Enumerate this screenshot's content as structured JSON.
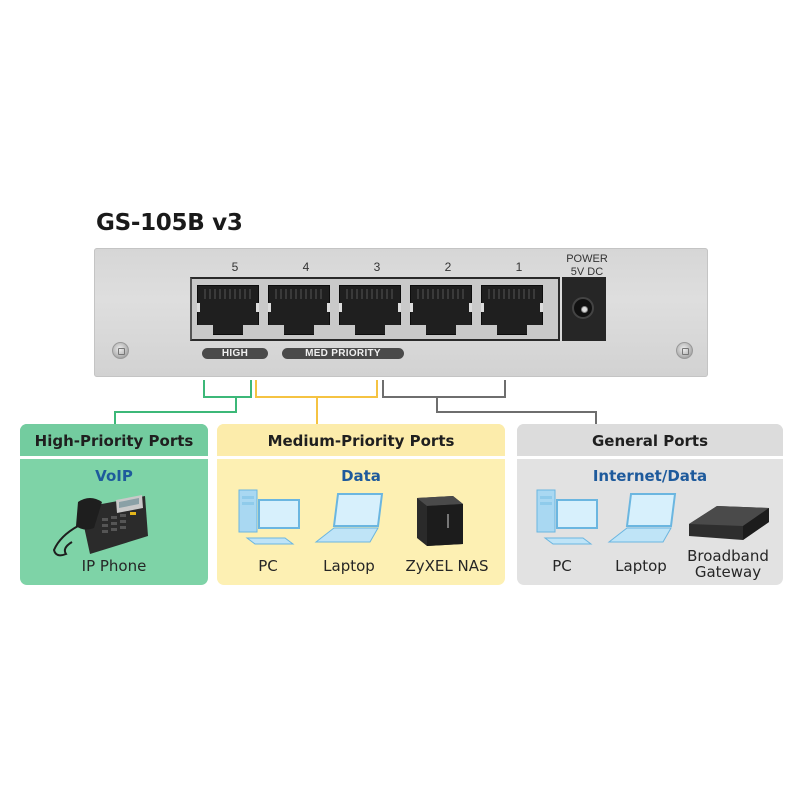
{
  "title": "GS-105B v3",
  "switch": {
    "ports": [
      {
        "number": "5"
      },
      {
        "number": "4"
      },
      {
        "number": "3"
      },
      {
        "number": "2"
      },
      {
        "number": "1"
      }
    ],
    "power_label_line1": "POWER",
    "power_label_line2": "5V DC",
    "badges": {
      "high": "HIGH",
      "med": "MED PRIORITY"
    }
  },
  "colors": {
    "high": "#3cb878",
    "medium": "#f5c342",
    "general": "#6e6e6e",
    "subheading": "#1e5a9c"
  },
  "groups": [
    {
      "heading": "High-Priority Ports",
      "subheading": "VoIP",
      "devices": [
        {
          "icon": "ip-phone-icon",
          "label": "IP Phone"
        }
      ]
    },
    {
      "heading": "Medium-Priority Ports",
      "subheading": "Data",
      "devices": [
        {
          "icon": "pc-icon",
          "label": "PC"
        },
        {
          "icon": "laptop-icon",
          "label": "Laptop"
        },
        {
          "icon": "nas-icon",
          "label": "ZyXEL NAS"
        }
      ]
    },
    {
      "heading": "General Ports",
      "subheading": "Internet/Data",
      "devices": [
        {
          "icon": "pc-icon",
          "label": "PC"
        },
        {
          "icon": "laptop-icon",
          "label": "Laptop"
        },
        {
          "icon": "gateway-icon",
          "label_line1": "Broadband",
          "label_line2": "Gateway"
        }
      ]
    }
  ]
}
